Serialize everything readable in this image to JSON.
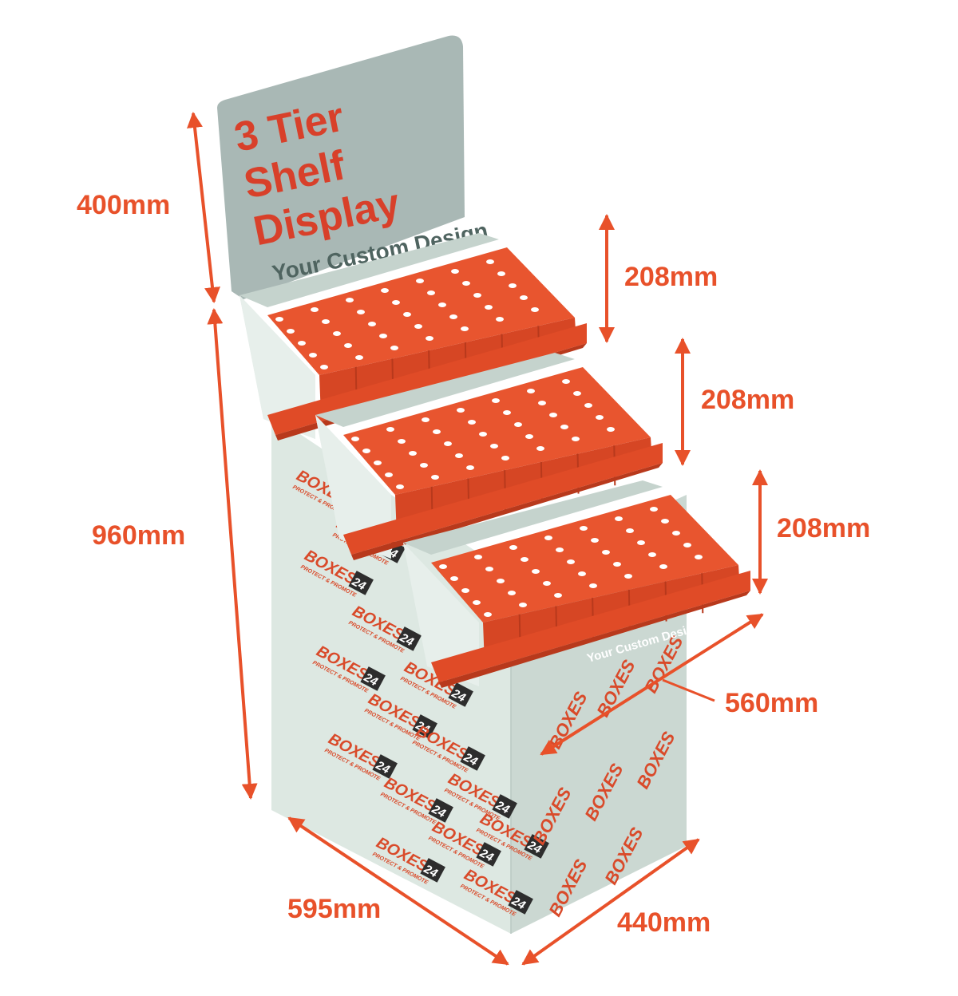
{
  "header": {
    "title_lines": [
      "3 Tier",
      "Shelf",
      "Display"
    ],
    "subtitle": "Your Custom Design"
  },
  "trays": [
    {
      "label": "Your Custom Design"
    },
    {
      "label": "Your Custom Design"
    },
    {
      "label": "Your Custom Design"
    }
  ],
  "branding": {
    "name": "BOXES",
    "number": "24",
    "tagline": "PROTECT & PROMOTE"
  },
  "dimensions": {
    "header_height": "400mm",
    "base_height": "960mm",
    "tier_1_height": "208mm",
    "tier_2_height": "208mm",
    "tier_3_height": "208mm",
    "tray_depth": "560mm",
    "base_width": "595mm",
    "base_depth": "440mm"
  },
  "colors": {
    "accent": "#E8512A",
    "product": "#E04B27",
    "header_panel": "#A9B8B5",
    "header_text": "#D8402A",
    "subtitle_text": "#4F6460",
    "tray_side": "#DDE8E2",
    "base_front": "#DDE8E2",
    "base_side": "#C9D7D1"
  }
}
